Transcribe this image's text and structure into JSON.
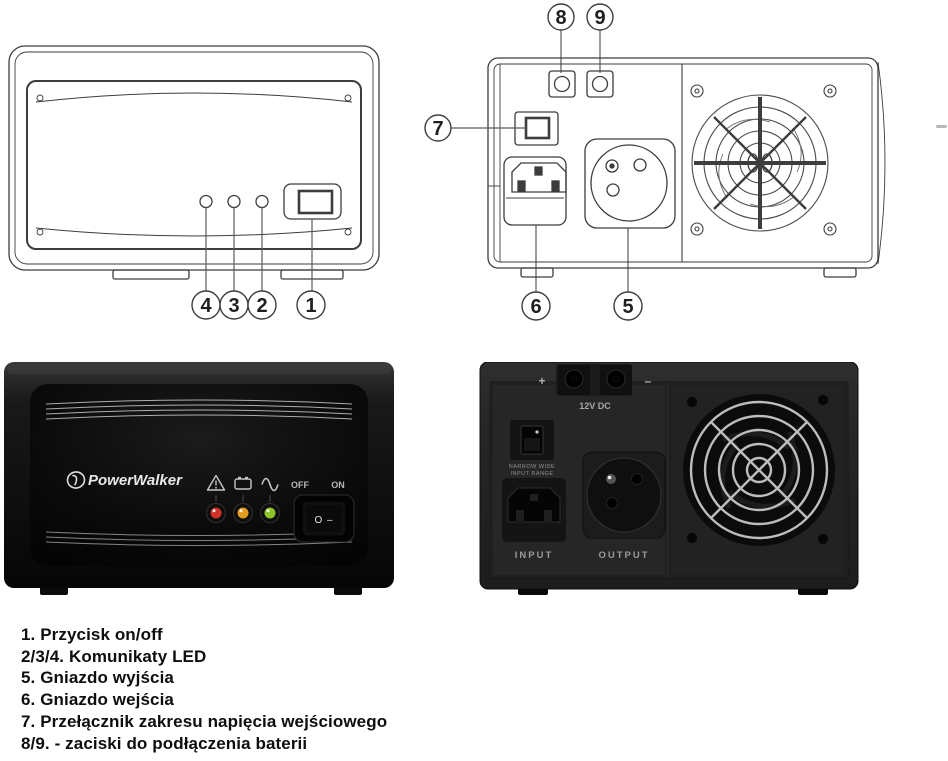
{
  "legend": {
    "items": [
      "1. Przycisk on/off",
      "2/3/4. Komunikaty LED",
      "5. Gniazdo wyjścia",
      "6. Gniazdo wejścia",
      "7. Przełącznik zakresu napięcia wejściowego",
      "8/9. - zaciski do podłączenia baterii"
    ]
  },
  "diagram_front": {
    "callout_1": "1",
    "callout_2": "2",
    "callout_3": "3",
    "callout_4": "4"
  },
  "diagram_rear": {
    "callout_5": "5",
    "callout_6": "6",
    "callout_7": "7",
    "callout_8": "8",
    "callout_9": "9"
  },
  "photo_front": {
    "brand": "PowerWalker",
    "off_label": "OFF",
    "on_label": "ON",
    "rocker_symbols": "O –",
    "led_colors": {
      "alarm": "#cf3328",
      "battery": "#e19c20",
      "ac": "#8cc427"
    }
  },
  "photo_rear": {
    "plus_label": "+",
    "minus_label": "–",
    "dc_label": "12V DC",
    "range_label_line1": "NARROW WIDE",
    "range_label_line2": "INPUT RANGE",
    "input_label": "INPUT",
    "output_label": "OUTPUT"
  }
}
